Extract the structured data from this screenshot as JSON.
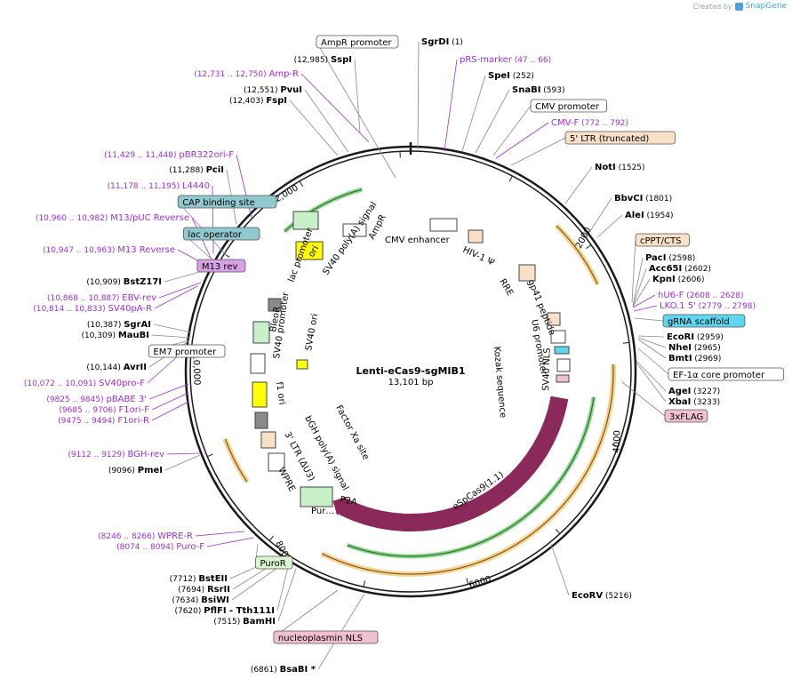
{
  "app": {
    "credit_prefix": "Created by",
    "credit_name": "SnapGene"
  },
  "plasmid": {
    "name": "Lenti-eCas9-sgMIB1",
    "length_label": "13,101 bp",
    "length_bp": 13101,
    "tick_labels": [
      "2000",
      "4000",
      "6000",
      "8000",
      "10,000",
      "12,000"
    ]
  },
  "colors": {
    "purple_label": "#9b30d9",
    "backbone": "#1a1a1a",
    "cas9": "#8b2a5a",
    "ampr": "#c8f0c8",
    "ori": "#ffff00",
    "orange_band": "#f0b040",
    "primer_box": "#d9a0e8",
    "feature_box_blue": "#5fd7f0",
    "feature_box_pink": "#f0c0d0",
    "feature_box_teal": "#90c8d0",
    "feature_box_peach": "#fbe0c8"
  },
  "left_labels": [
    {
      "pos": "(12,731 .. 12,750)",
      "name": "Amp-R",
      "kind": "primer"
    },
    {
      "pos": "(12,551)",
      "name": "PvuI",
      "kind": "enzyme"
    },
    {
      "pos": "(12,403)",
      "name": "FspI",
      "kind": "enzyme"
    },
    {
      "pos": "(11,429 .. 11,448)",
      "name": "pBR322ori-F",
      "kind": "primer"
    },
    {
      "pos": "(11,288)",
      "name": "PciI",
      "kind": "enzyme"
    },
    {
      "pos": "(11,178 .. 11,195)",
      "name": "L4440",
      "kind": "primer"
    },
    {
      "pos": "",
      "name": "CAP binding site",
      "kind": "box_teal"
    },
    {
      "pos": "(10,960 .. 10,982)",
      "name": "M13/pUC Reverse",
      "kind": "primer"
    },
    {
      "pos": "",
      "name": "lac operator",
      "kind": "box_teal"
    },
    {
      "pos": "(10,947 .. 10,963)",
      "name": "M13 Reverse",
      "kind": "primer"
    },
    {
      "pos": "",
      "name": "M13 rev",
      "kind": "box_purple"
    },
    {
      "pos": "(10,909)",
      "name": "BstZ17I",
      "kind": "enzyme"
    },
    {
      "pos": "(10,868 .. 10,887)",
      "name": "EBV-rev",
      "kind": "primer"
    },
    {
      "pos": "(10,814 .. 10,833)",
      "name": "SV40pA-R",
      "kind": "primer"
    },
    {
      "pos": "(10,387)",
      "name": "SgrAI",
      "kind": "enzyme"
    },
    {
      "pos": "(10,309)",
      "name": "MauBI",
      "kind": "enzyme"
    },
    {
      "pos": "",
      "name": "EM7 promoter",
      "kind": "box_white"
    },
    {
      "pos": "(10,144)",
      "name": "AvrII",
      "kind": "enzyme"
    },
    {
      "pos": "(10,072 .. 10,091)",
      "name": "SV40pro-F",
      "kind": "primer"
    },
    {
      "pos": "(9825 .. 9845)",
      "name": "pBABE 3'",
      "kind": "primer"
    },
    {
      "pos": "(9685 .. 9706)",
      "name": "F1ori-F",
      "kind": "primer"
    },
    {
      "pos": "(9475 .. 9494)",
      "name": "F1ori-R",
      "kind": "primer"
    },
    {
      "pos": "(9112 .. 9129)",
      "name": "BGH-rev",
      "kind": "primer"
    },
    {
      "pos": "(9096)",
      "name": "PmeI",
      "kind": "enzyme"
    },
    {
      "pos": "(8246 .. 8266)",
      "name": "WPRE-R",
      "kind": "primer"
    },
    {
      "pos": "(8074 .. 8094)",
      "name": "Puro-F",
      "kind": "primer"
    },
    {
      "pos": "",
      "name": "PuroR",
      "kind": "box_green"
    },
    {
      "pos": "(7712)",
      "name": "BstEII",
      "kind": "enzyme"
    },
    {
      "pos": "(7694)",
      "name": "RsrII",
      "kind": "enzyme"
    },
    {
      "pos": "(7634)",
      "name": "BsiWI",
      "kind": "enzyme"
    },
    {
      "pos": "(7620)",
      "name": "PflFI - Tth111I",
      "kind": "enzyme"
    },
    {
      "pos": "(7515)",
      "name": "BamHI",
      "kind": "enzyme"
    },
    {
      "pos": "",
      "name": "nucleoplasmin NLS",
      "kind": "box_pink"
    },
    {
      "pos": "(6861)",
      "name": "BsaBI *",
      "kind": "enzyme"
    }
  ],
  "top_labels": [
    {
      "pos": "",
      "name": "AmpR promoter",
      "kind": "box_white"
    },
    {
      "pos": "(12,985)",
      "name": "SspI",
      "kind": "enzyme"
    },
    {
      "pos": "(1)",
      "name": "SgrDI",
      "kind": "enzyme"
    },
    {
      "pos": "(47 .. 66)",
      "name": "pRS-marker",
      "kind": "primer"
    },
    {
      "pos": "(252)",
      "name": "SpeI",
      "kind": "enzyme"
    },
    {
      "pos": "(593)",
      "name": "SnaBI",
      "kind": "enzyme"
    },
    {
      "pos": "",
      "name": "CMV promoter",
      "kind": "box_white"
    },
    {
      "pos": "(772 .. 792)",
      "name": "CMV-F",
      "kind": "primer"
    },
    {
      "pos": "",
      "name": "5' LTR (truncated)",
      "kind": "box_peach"
    }
  ],
  "right_labels": [
    {
      "pos": "(1525)",
      "name": "NotI",
      "kind": "enzyme"
    },
    {
      "pos": "(1801)",
      "name": "BbvCI",
      "kind": "enzyme"
    },
    {
      "pos": "(1954)",
      "name": "AleI",
      "kind": "enzyme"
    },
    {
      "pos": "",
      "name": "cPPT/CTS",
      "kind": "box_peach"
    },
    {
      "pos": "(2598)",
      "name": "PacI",
      "kind": "enzyme"
    },
    {
      "pos": "(2602)",
      "name": "Acc65I",
      "kind": "enzyme"
    },
    {
      "pos": "(2606)",
      "name": "KpnI",
      "kind": "enzyme"
    },
    {
      "pos": "(2608 .. 2628)",
      "name": "hU6-F",
      "kind": "primer"
    },
    {
      "pos": "(2779 .. 2798)",
      "name": "LKO.1 5'",
      "kind": "primer"
    },
    {
      "pos": "",
      "name": "gRNA scaffold",
      "kind": "box_blue"
    },
    {
      "pos": "(2959)",
      "name": "EcoRI",
      "kind": "enzyme"
    },
    {
      "pos": "(2965)",
      "name": "NheI",
      "kind": "enzyme"
    },
    {
      "pos": "(2969)",
      "name": "BmtI",
      "kind": "enzyme"
    },
    {
      "pos": "",
      "name": "EF-1α core promoter",
      "kind": "box_white"
    },
    {
      "pos": "(3227)",
      "name": "AgeI",
      "kind": "enzyme"
    },
    {
      "pos": "(3233)",
      "name": "XbaI",
      "kind": "enzyme"
    },
    {
      "pos": "",
      "name": "3xFLAG",
      "kind": "box_pink"
    },
    {
      "pos": "(5216)",
      "name": "EcoRV",
      "kind": "enzyme"
    }
  ],
  "inner_labels": [
    "CMV enhancer",
    "AmpR",
    "HIV-1 Ψ",
    "RRE",
    "gp41 peptide",
    "U6 promoter",
    "Kozak sequence",
    "SV40 NLS",
    "eSpCas9(1.1)",
    "P2A",
    "Pur…",
    "WPRE",
    "bGH poly(A) signal",
    "3' LTR (ΔU3)",
    "Factor Xa site",
    "f1 ori",
    "SV40 promoter",
    "SV40 ori",
    "BleoR",
    "lac promoter",
    "SV40 poly(A) signal",
    "ori"
  ]
}
